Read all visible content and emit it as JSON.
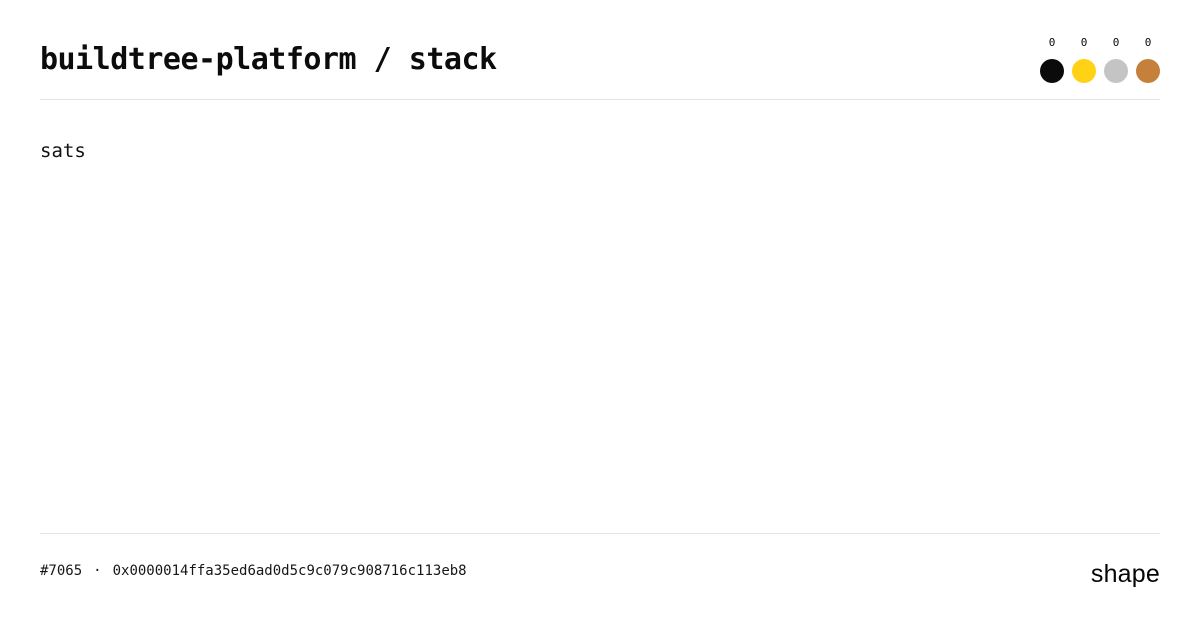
{
  "header": {
    "title": "buildtree-platform / stack",
    "medals": [
      {
        "name": "black",
        "count": "0",
        "color": "#0b0b0b"
      },
      {
        "name": "gold",
        "count": "0",
        "color": "#ffd215"
      },
      {
        "name": "silver",
        "count": "0",
        "color": "#c4c4c4"
      },
      {
        "name": "bronze",
        "count": "0",
        "color": "#c5803b"
      }
    ]
  },
  "chart": {
    "unit_label": "sats",
    "chart_data": {
      "type": "line",
      "x": [],
      "series": [],
      "title": "",
      "xlabel": "",
      "ylabel": "sats",
      "note": "empty chart area - no data plotted, all medal counts are 0"
    }
  },
  "footer": {
    "block_number": "#7065",
    "separator": "·",
    "hash": "0x0000014ffa35ed6ad0d5c9c079c908716c113eb8",
    "brand": "shape"
  },
  "colors": {
    "background": "#ffffff",
    "text": "#0c0c0c",
    "divider": "#e4e4e4",
    "medal_black": "#0b0b0b",
    "medal_gold": "#ffd215",
    "medal_silver": "#c4c4c4",
    "medal_bronze": "#c5803b"
  }
}
